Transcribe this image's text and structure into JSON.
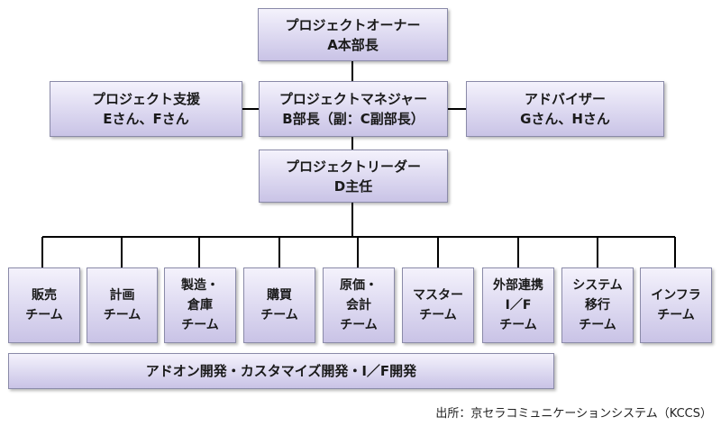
{
  "owner": {
    "title": "プロジェクトオーナー",
    "name": "A本部長"
  },
  "support": {
    "title": "プロジェクト支援",
    "name": "Eさん、Fさん"
  },
  "manager": {
    "title": "プロジェクトマネジャー",
    "name": "B部長（副：C副部長）"
  },
  "advisor": {
    "title": "アドバイザー",
    "name": "Gさん、Hさん"
  },
  "leader": {
    "title": "プロジェクトリーダー",
    "name": "D主任"
  },
  "teams": [
    {
      "lines": [
        "販売",
        "チーム"
      ]
    },
    {
      "lines": [
        "計画",
        "チーム"
      ]
    },
    {
      "lines": [
        "製造・",
        "倉庫",
        "チーム"
      ]
    },
    {
      "lines": [
        "購買",
        "チーム"
      ]
    },
    {
      "lines": [
        "原価・",
        "会計",
        "チーム"
      ]
    },
    {
      "lines": [
        "マスター",
        "チーム"
      ]
    },
    {
      "lines": [
        "外部連携",
        "I／F",
        "チーム"
      ]
    },
    {
      "lines": [
        "システム",
        "移行",
        "チーム"
      ]
    },
    {
      "lines": [
        "インフラ",
        "チーム"
      ]
    }
  ],
  "dev_bar": "アドオン開発・カスタマイズ開発・I／F開発",
  "source": "出所：京セラコミュニケーションシステム（KCCS）",
  "colors": {
    "box_top": "#f4f2fc",
    "box_bottom": "#c9c3e6",
    "border": "#8a8aa8",
    "line": "#000000"
  }
}
